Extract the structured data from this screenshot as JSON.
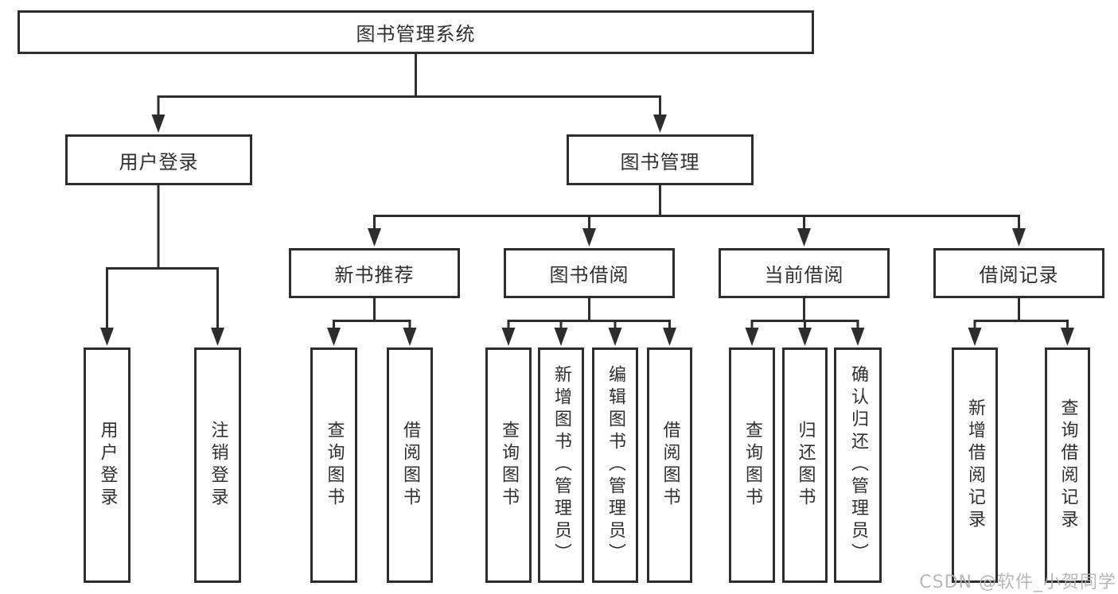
{
  "tree": {
    "root": {
      "label": "图书管理系统",
      "children": [
        {
          "label": "用户登录",
          "children": [
            {
              "label": "用户登录"
            },
            {
              "label": "注销登录"
            }
          ]
        },
        {
          "label": "图书管理",
          "children": [
            {
              "label": "新书推荐",
              "children": [
                {
                  "label": "查询图书"
                },
                {
                  "label": "借阅图书"
                }
              ]
            },
            {
              "label": "图书借阅",
              "children": [
                {
                  "label": "查询图书"
                },
                {
                  "label": "新增图书（管理员）"
                },
                {
                  "label": "编辑图书（管理员）"
                },
                {
                  "label": "借阅图书"
                }
              ]
            },
            {
              "label": "当前借阅",
              "children": [
                {
                  "label": "查询图书"
                },
                {
                  "label": "归还图书"
                },
                {
                  "label": "确认归还（管理员）"
                }
              ]
            },
            {
              "label": "借阅记录",
              "children": [
                {
                  "label": "新增借阅记录"
                },
                {
                  "label": "查询借阅记录"
                }
              ]
            }
          ]
        }
      ]
    },
    "line_color": "#2d2d2d"
  },
  "watermark": {
    "text": "CSDN @软件_小贺同学"
  }
}
